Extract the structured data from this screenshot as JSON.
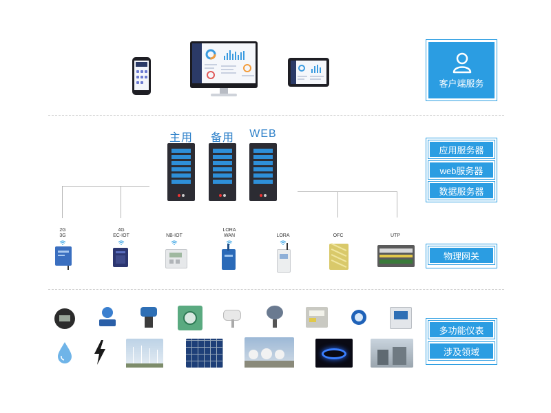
{
  "side_labels": {
    "client_service": "客户端服务",
    "app_server": "应用服务器",
    "web_server": "web服务器",
    "data_server": "数据服务器",
    "physical_gateway": "物理网关",
    "multi_function_meter": "多功能仪表",
    "domains": "涉及领域"
  },
  "servers": [
    {
      "label": "主用"
    },
    {
      "label": "备用"
    },
    {
      "label": "WEB"
    }
  ],
  "gateways": [
    {
      "line1": "2G",
      "line2": "3G"
    },
    {
      "line1": "4G",
      "line2": "EC-IOT"
    },
    {
      "line1": "NB-IOT",
      "line2": ""
    },
    {
      "line1": "LORA",
      "line2": "WAN"
    },
    {
      "line1": "LORA",
      "line2": ""
    },
    {
      "line1": "OFC",
      "line2": ""
    },
    {
      "line1": "UTP",
      "line2": ""
    }
  ],
  "icons": {
    "user": "user-icon",
    "wifi": "wifi-icon",
    "water": "water-drop-icon",
    "lightning": "lightning-icon"
  },
  "colors": {
    "accent": "#2b9de2",
    "server_label": "#2a7ec8",
    "server_body": "#2c2c33"
  }
}
